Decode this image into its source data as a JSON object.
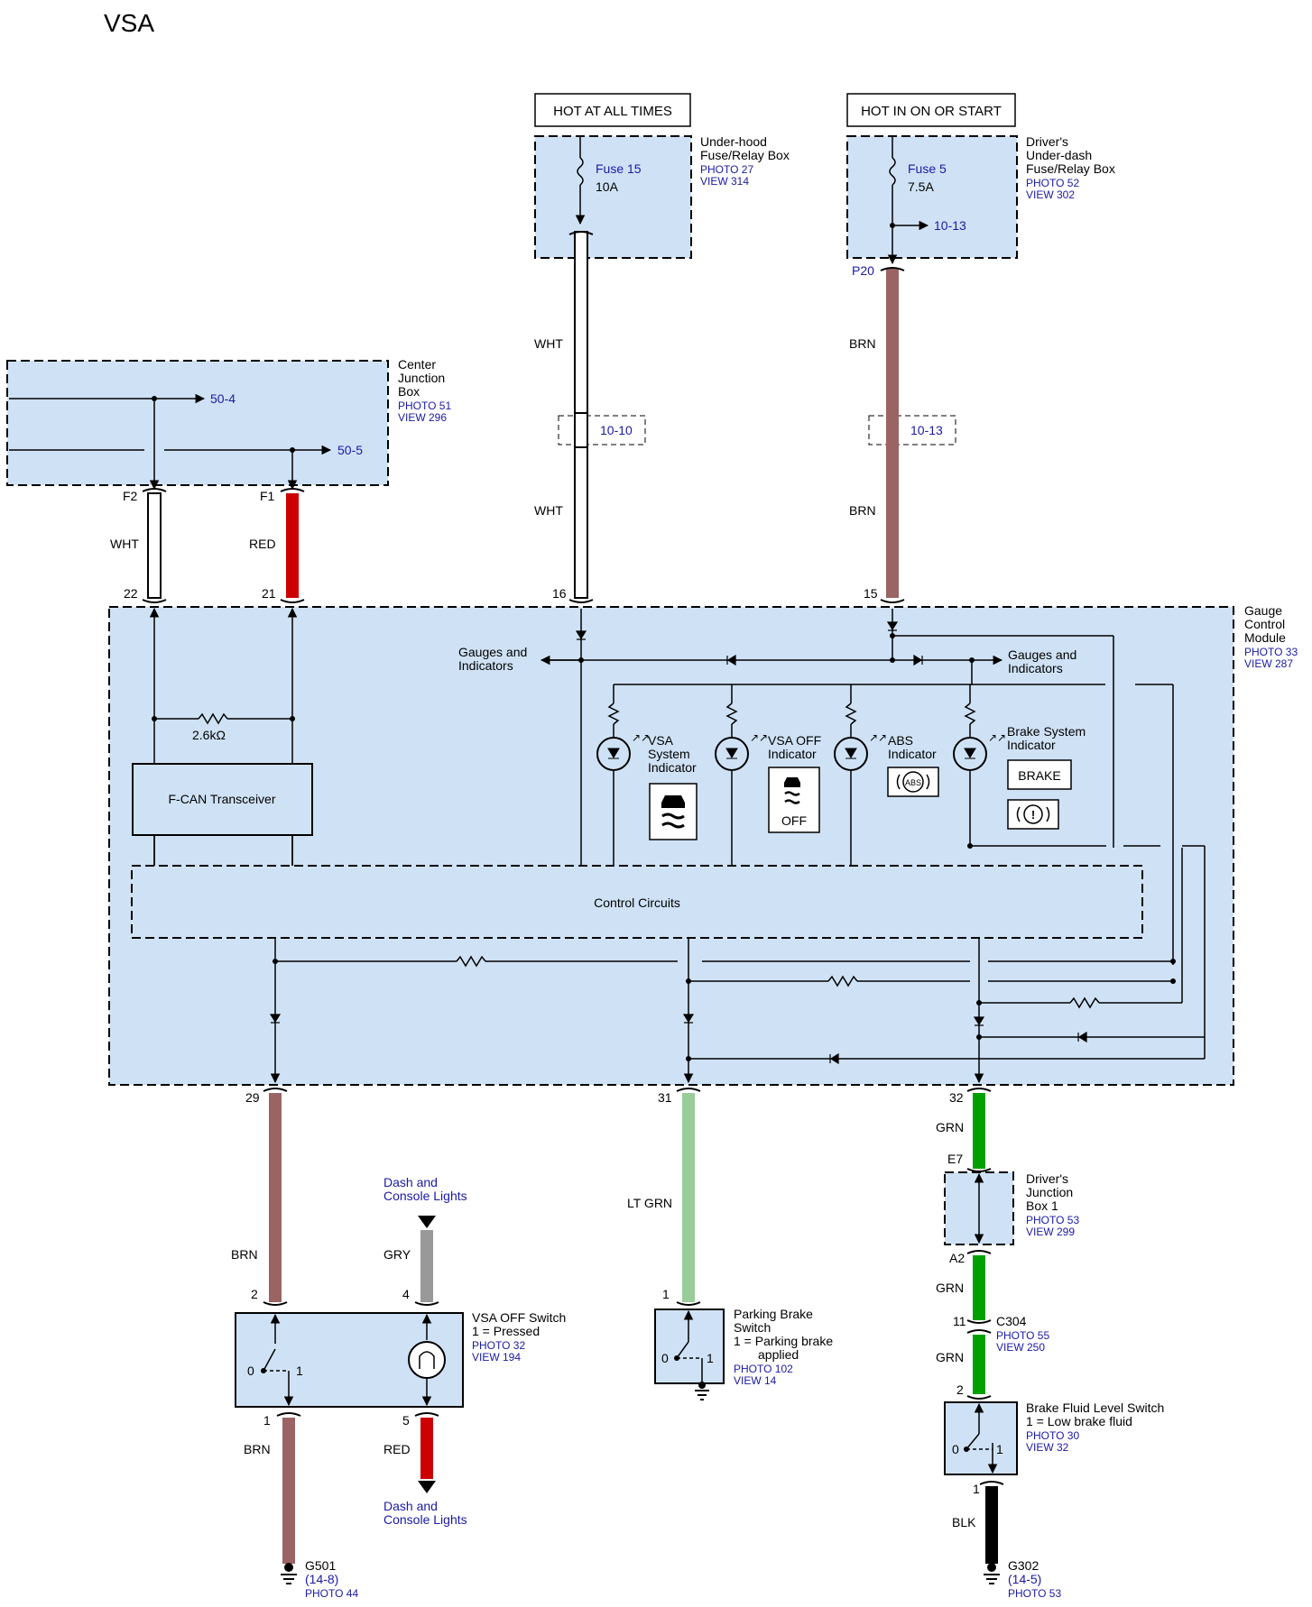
{
  "page": {
    "title": "VSA"
  },
  "colors": {
    "panel_fill": "#cfe2f5",
    "line": "#000000",
    "blue_text": "#1a1aa6",
    "wire_red": "#cc0000",
    "wire_brn": "#9b6464",
    "wire_ltgrn": "#99cc99",
    "wire_grn": "#00a000",
    "wire_gry": "#999999",
    "wire_blk": "#000000",
    "wire_wht": "#ffffff"
  },
  "power": {
    "hot_all_times": "HOT AT ALL TIMES",
    "hot_on_start": "HOT IN ON OR START"
  },
  "boxes": {
    "underhood": {
      "name": [
        "Under-hood",
        "Fuse/Relay Box"
      ],
      "photo": "PHOTO 27",
      "view": "VIEW 314",
      "fuse": "Fuse 15",
      "amp": "10A"
    },
    "underdash": {
      "name": [
        "Driver's",
        "Under-dash",
        "Fuse/Relay Box"
      ],
      "photo": "PHOTO 52",
      "view": "VIEW 302",
      "fuse": "Fuse 5",
      "amp": "7.5A",
      "ref": "10-13",
      "connector": "P20"
    },
    "center_jb": {
      "name": [
        "Center",
        "Junction",
        "Box"
      ],
      "photo": "PHOTO 51",
      "view": "VIEW 296",
      "ref1": "50-4",
      "ref2": "50-5",
      "pin_f2": "F2",
      "pin_f1": "F1"
    },
    "gauge": {
      "name": [
        "Gauge",
        "Control",
        "Module"
      ],
      "photo": "PHOTO 33",
      "view": "VIEW 287",
      "gauges_left": [
        "Gauges and",
        "Indicators"
      ],
      "gauges_right": [
        "Gauges and",
        "Indicators"
      ],
      "resistor": "2.6kΩ",
      "transceiver": "F-CAN Transceiver",
      "control": "Control Circuits",
      "pins": {
        "p22": "22",
        "p21": "21",
        "p16": "16",
        "p15": "15",
        "p29": "29",
        "p31": "31",
        "p32": "32"
      }
    },
    "djb1": {
      "name": [
        "Driver's",
        "Junction",
        "Box 1"
      ],
      "photo": "PHOTO 53",
      "view": "VIEW 299",
      "pin_top": "E7",
      "pin_bottom": "A2"
    },
    "vsa_off": {
      "name": "VSA OFF Switch",
      "state": "1 = Pressed",
      "photo": "PHOTO 32",
      "view": "VIEW 194",
      "pins": {
        "p2": "2",
        "p4": "4",
        "p1": "1",
        "p5": "5"
      },
      "pos0": "0",
      "pos1": "1"
    },
    "parking": {
      "name": [
        "Parking Brake",
        "Switch"
      ],
      "state": [
        "1 = Parking brake",
        "applied"
      ],
      "photo": "PHOTO 102",
      "view": "VIEW 14",
      "pin": "1",
      "pos0": "0",
      "pos1": "1"
    },
    "brake_fluid": {
      "name": "Brake Fluid Level Switch",
      "state": "1 = Low brake fluid",
      "photo": "PHOTO 30",
      "view": "VIEW 32",
      "pin_top": "2",
      "pin_bottom": "1",
      "pos0": "0",
      "pos1": "1"
    }
  },
  "indicators": [
    {
      "label": [
        "VSA",
        "System",
        "Indicator"
      ]
    },
    {
      "label": [
        "VSA OFF",
        "Indicator"
      ],
      "icon_text": "OFF"
    },
    {
      "label": [
        "ABS",
        "Indicator"
      ],
      "icon_text": "ABS"
    },
    {
      "label": [
        "Brake System",
        "Indicator"
      ],
      "icon_text": "BRAKE"
    }
  ],
  "wires": {
    "wht_f2": "WHT",
    "red_f1": "RED",
    "wht_16a": "WHT",
    "wht_16b": "WHT",
    "brn_15a": "BRN",
    "brn_15b": "BRN",
    "ref_1010": "10-10",
    "ref_1013": "10-13",
    "brn_29": "BRN",
    "gry_4": "GRY",
    "ltgrn_31": "LT GRN",
    "grn_32": "GRN",
    "grn_a2": "GRN",
    "grn_c304": "GRN",
    "brn_1": "BRN",
    "red_5": "RED",
    "blk_1": "BLK"
  },
  "connector_c304": {
    "pin": "11",
    "name": "C304",
    "photo": "PHOTO 55",
    "view": "VIEW 250"
  },
  "dash_lights": [
    "Dash and",
    "Console Lights"
  ],
  "grounds": {
    "g501": {
      "name": "G501",
      "ref": "(14-8)",
      "photo": "PHOTO 44"
    },
    "g302": {
      "name": "G302",
      "ref": "(14-5)",
      "photo": "PHOTO 53"
    }
  }
}
